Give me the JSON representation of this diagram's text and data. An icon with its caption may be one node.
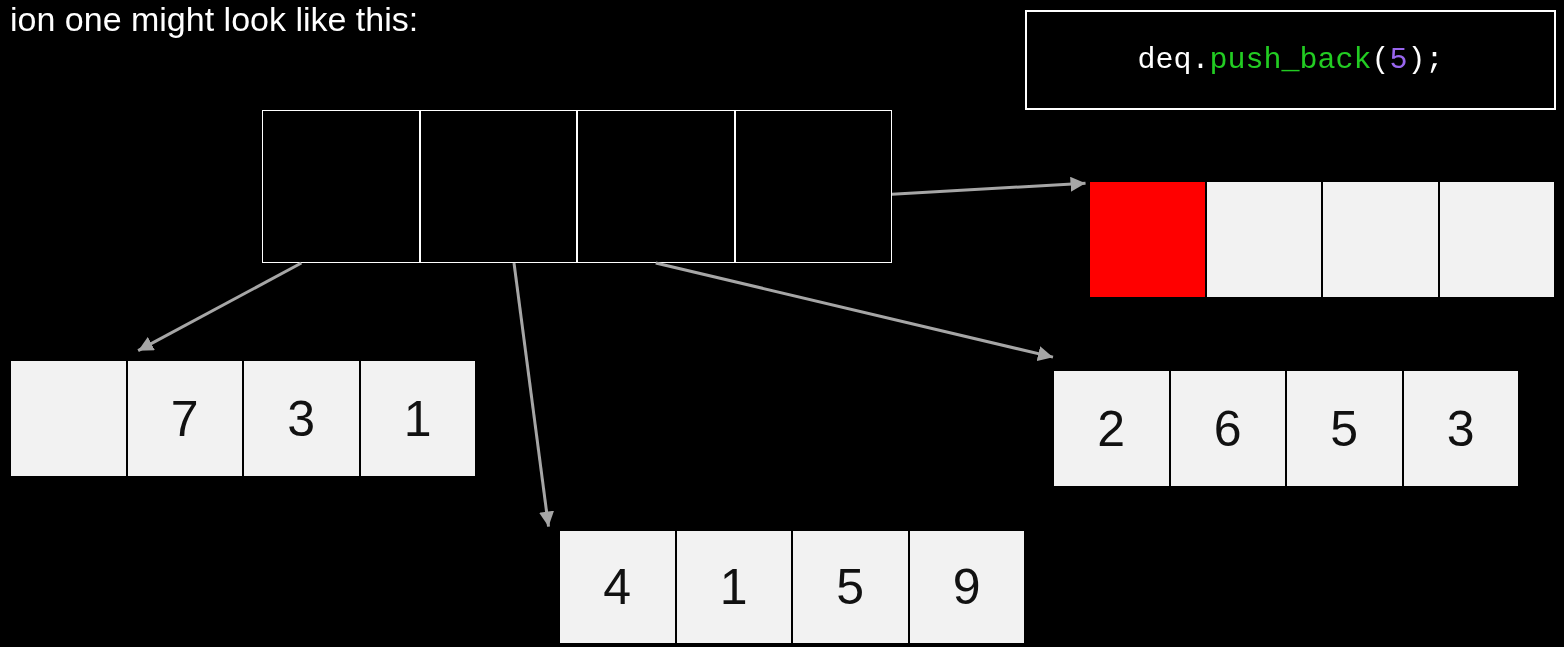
{
  "diagram": {
    "nodes": [
      {
        "text": [
          "deq.push_back(5);"
        ]
      },
      {
        "text": [],
        "shape": "box"
      },
      {
        "text": [],
        "shape": "box"
      },
      {
        "text": [],
        "shape": "box"
      },
      {
        "text": [],
        "shape": "box"
      },
      {
        "text": [],
        "shape": "box"
      },
      {
        "text": [],
        "shape": "box"
      },
      {
        "text": [],
        "shape": "box"
      },
      {
        "text": [],
        "shape": "box"
      },
      {
        "text": [],
        "shape": "box"
      },
      {
        "text": [
          "7"
        ]
      },
      {
        "text": [
          "3"
        ]
      },
      {
        "text": [
          "1"
        ]
      },
      {
        "text": [
          "2"
        ]
      },
      {
        "text": [
          "6"
        ]
      },
      {
        "text": [
          "5"
        ]
      },
      {
        "text": [
          "3"
        ]
      },
      {
        "text": [
          "4"
        ]
      },
      {
        "text": [
          "1"
        ]
      },
      {
        "text": [
          "5"
        ]
      },
      {
        "text": [
          "9"
        ]
      }
    ],
    "edges": [
      {
        "from": 1,
        "to": 9,
        "arrow": "to"
      },
      {
        "from": 2,
        "to": 17,
        "arrow": "to"
      },
      {
        "from": 3,
        "to": 13,
        "arrow": "to"
      },
      {
        "from": 4,
        "to": 5,
        "arrow": "to"
      }
    ],
    "labels": [
      "ion one might look like this:"
    ]
  }
}
